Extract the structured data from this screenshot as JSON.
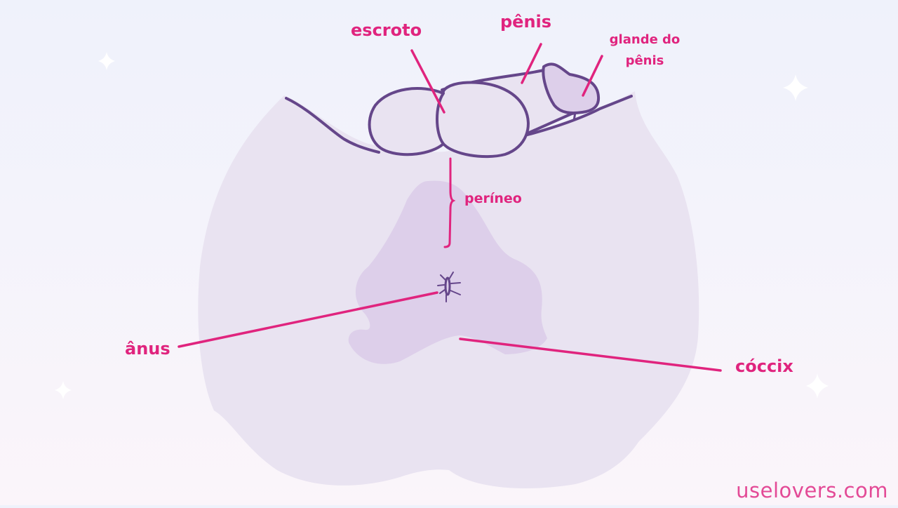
{
  "diagram": {
    "type": "anatomical-illustration",
    "subject": "male perineal region, posterior view",
    "labels": {
      "escroto": "escroto",
      "penis": "pênis",
      "glande_line1": "glande do",
      "glande_line2": "pênis",
      "perineo": "períneo",
      "anus": "ânus",
      "coccix": "cóccix"
    },
    "watermark": "uselovers.com"
  },
  "colors": {
    "label": "#e0247e",
    "outline": "#65468a",
    "body_fill": "#e9e3f1",
    "inner_fill": "#ddcfea",
    "glans_fill": "#ddcfea",
    "watermark": "#e34a96",
    "sparkle": "#ffffff"
  }
}
